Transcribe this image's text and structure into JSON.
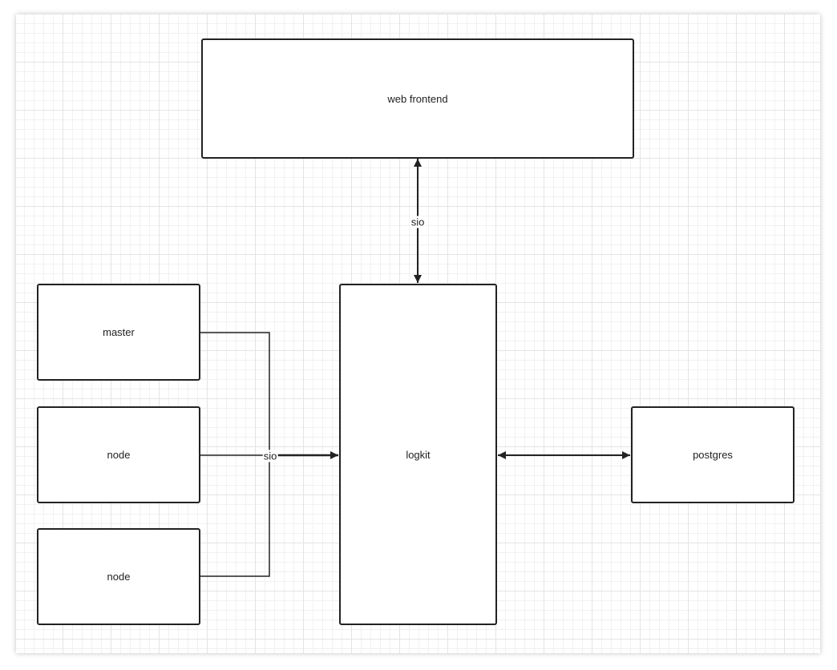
{
  "nodes": {
    "web_frontend": "web frontend",
    "master": "master",
    "node_1": "node",
    "node_2": "node",
    "logkit": "logkit",
    "postgres": "postgres"
  },
  "edges": {
    "frontend_logkit": "sio",
    "workers_logkit": "sio"
  },
  "colors": {
    "stroke": "#222222",
    "grid": "#e4e4e4"
  }
}
